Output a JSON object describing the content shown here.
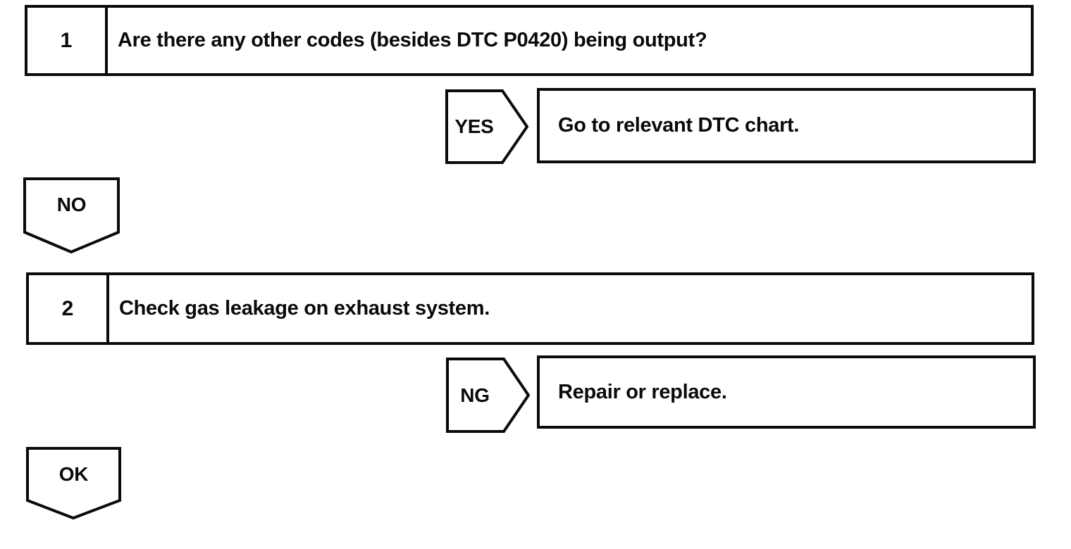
{
  "page": {
    "background_color": "#ffffff",
    "line_color": "#0a0a0a"
  },
  "flowchart": {
    "steps": [
      {
        "number": "1",
        "text": "Are there any other codes (besides DTC P0420) being output?",
        "branch": {
          "label": "YES",
          "result": "Go to relevant DTC chart."
        },
        "continue_label": "NO"
      },
      {
        "number": "2",
        "text": "Check gas leakage on exhaust system.",
        "branch": {
          "label": "NG",
          "result": "Repair or replace."
        },
        "continue_label": "OK"
      }
    ]
  }
}
